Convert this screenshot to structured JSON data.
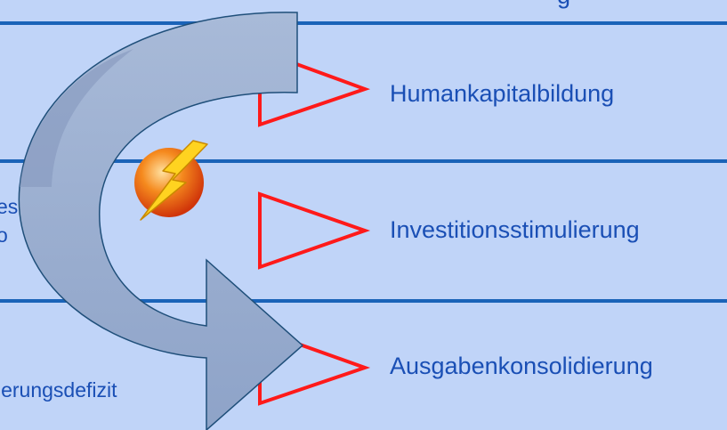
{
  "colors": {
    "background": "#c0d4f8",
    "divider": "#1a63b8",
    "text": "#1a4fb5",
    "triangle_outline": "#ff1a1a",
    "arrow_fill": "#9aaed0",
    "arrow_outline": "#1f4f7a",
    "bolt": "#ffd320",
    "bolt_ball": "#f07a12"
  },
  "icons": {
    "bolt": "lightning-bolt-icon"
  },
  "top": {
    "partial_letter": "g"
  },
  "targets": [
    {
      "label": "Humankapitalbildung"
    },
    {
      "label": "Investitionsstimulierung"
    },
    {
      "label": "Ausgabenkonsolidierung"
    }
  ],
  "left_texts": {
    "row2_line1": "es titionen",
    "row2_line2": "o",
    "row3": "ierungsdefizit"
  }
}
